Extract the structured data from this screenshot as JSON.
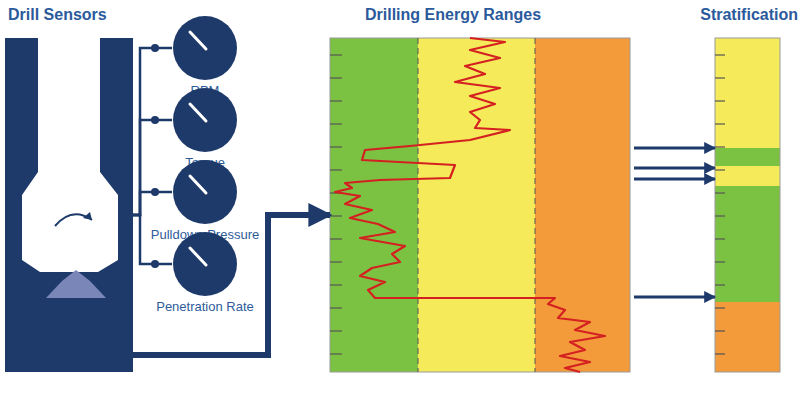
{
  "diagram": {
    "nodes": [
      {
        "text": [
          "Drill Sensors"
        ]
      },
      {
        "text": [
          "RPM"
        ]
      },
      {
        "text": [
          "Torque"
        ]
      },
      {
        "text": [
          "Pulldown Pressure"
        ]
      },
      {
        "text": [
          "Penetration Rate"
        ]
      },
      {
        "text": [
          "Drilling Energy Ranges"
        ]
      },
      {
        "text": [
          "Stratification"
        ]
      }
    ],
    "edges": [
      {
        "from": 0,
        "to": 5,
        "arrow": "to"
      },
      {
        "from": 0,
        "to": 1,
        "arrow": "none"
      },
      {
        "from": 0,
        "to": 2,
        "arrow": "none"
      },
      {
        "from": 0,
        "to": 3,
        "arrow": "none"
      },
      {
        "from": 0,
        "to": 4,
        "arrow": "none"
      },
      {
        "from": 5,
        "to": 6,
        "arrow": "to"
      },
      {
        "from": 5,
        "to": 6,
        "arrow": "to"
      },
      {
        "from": 5,
        "to": 6,
        "arrow": "to"
      },
      {
        "from": 5,
        "to": 6,
        "arrow": "to"
      }
    ]
  }
}
